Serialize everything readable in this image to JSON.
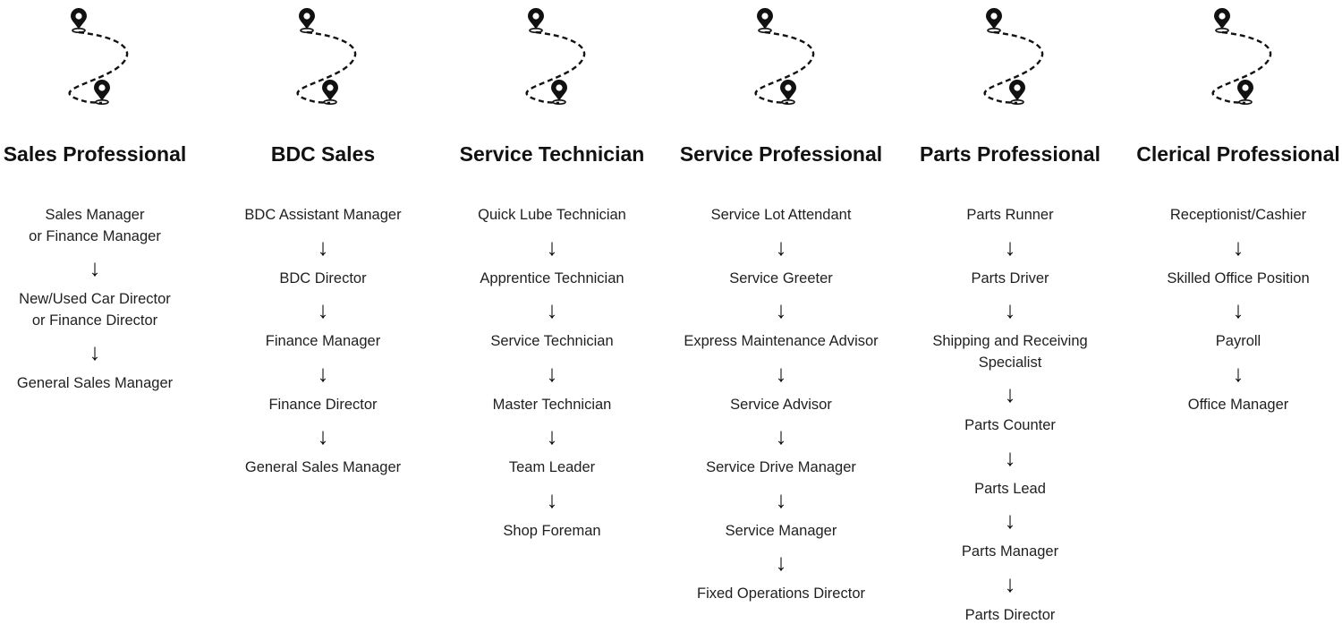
{
  "columns": [
    {
      "title": "Sales Professional",
      "icon": "route-map-pins-icon",
      "steps": [
        "Sales Manager\nor Finance Manager",
        "New/Used Car Director\nor Finance Director",
        "General Sales Manager"
      ]
    },
    {
      "title": "BDC Sales",
      "icon": "route-map-pins-icon",
      "steps": [
        "BDC Assistant Manager",
        "BDC Director",
        "Finance Manager",
        "Finance Director",
        "General Sales Manager"
      ]
    },
    {
      "title": "Service Technician",
      "icon": "route-map-pins-icon",
      "steps": [
        "Quick Lube Technician",
        "Apprentice Technician",
        "Service Technician",
        "Master Technician",
        "Team Leader",
        "Shop Foreman"
      ]
    },
    {
      "title": "Service Professional",
      "icon": "route-map-pins-icon",
      "steps": [
        "Service Lot Attendant",
        "Service Greeter",
        "Express Maintenance Advisor",
        "Service Advisor",
        "Service Drive Manager",
        "Service Manager",
        "Fixed Operations Director"
      ]
    },
    {
      "title": "Parts Professional",
      "icon": "route-map-pins-icon",
      "steps": [
        "Parts Runner",
        "Parts Driver",
        "Shipping and Receiving Specialist",
        "Parts Counter",
        "Parts Lead",
        "Parts Manager",
        "Parts Director"
      ]
    },
    {
      "title": "Clerical Professional",
      "icon": "route-map-pins-icon",
      "steps": [
        "Receptionist/Cashier",
        "Skilled Office Position",
        "Payroll",
        "Office Manager"
      ]
    }
  ],
  "arrow_glyph": "↓",
  "colors": {
    "text": "#1f1f1f",
    "icon": "#111111",
    "background": "#ffffff"
  }
}
